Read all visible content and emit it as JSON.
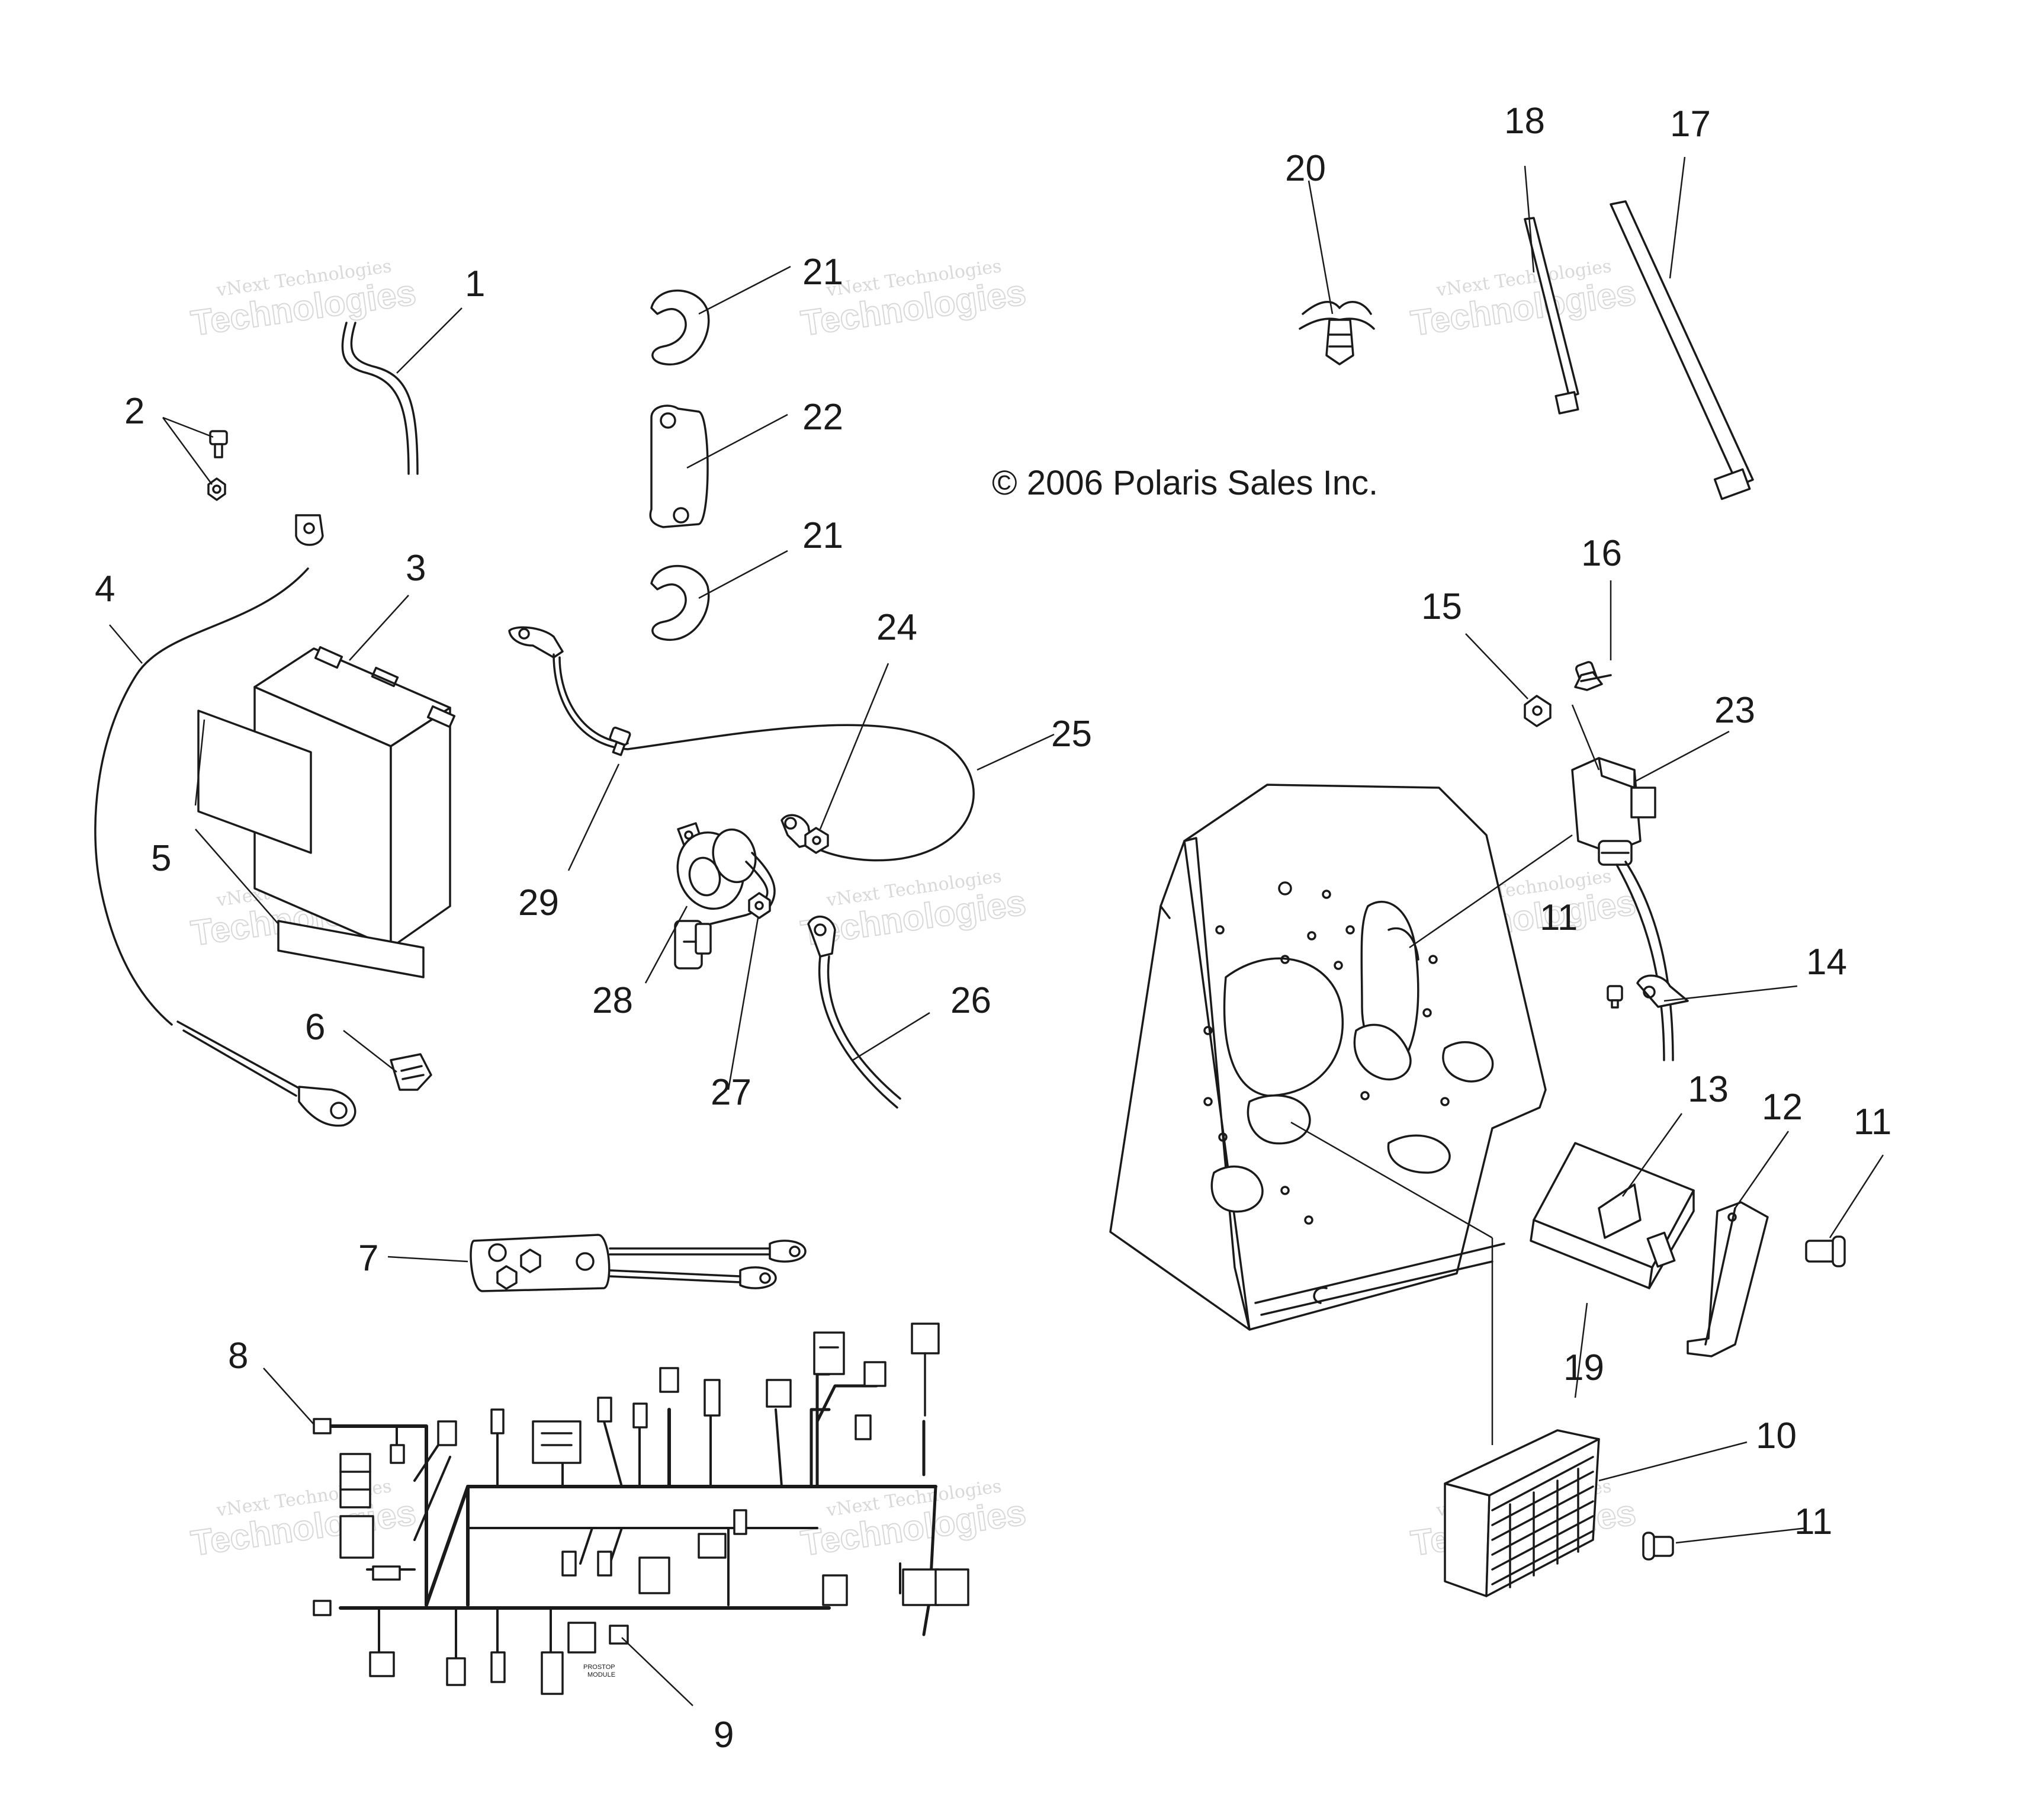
{
  "diagram": {
    "copyright": "© 2006 Polaris Sales Inc.",
    "watermark": {
      "line1": "vNext Technologies",
      "line2": "Technologies"
    },
    "module_label": {
      "line1": "PROSTOP",
      "line2": "MODULE"
    },
    "callouts": [
      {
        "id": "c1",
        "text": "1"
      },
      {
        "id": "c2",
        "text": "2"
      },
      {
        "id": "c3",
        "text": "3"
      },
      {
        "id": "c4",
        "text": "4"
      },
      {
        "id": "c5",
        "text": "5"
      },
      {
        "id": "c6",
        "text": "6"
      },
      {
        "id": "c7",
        "text": "7"
      },
      {
        "id": "c8",
        "text": "8"
      },
      {
        "id": "c9",
        "text": "9"
      },
      {
        "id": "c10",
        "text": "10"
      },
      {
        "id": "c11a",
        "text": "11"
      },
      {
        "id": "c11b",
        "text": "11"
      },
      {
        "id": "c11c",
        "text": "11"
      },
      {
        "id": "c12",
        "text": "12"
      },
      {
        "id": "c13",
        "text": "13"
      },
      {
        "id": "c14",
        "text": "14"
      },
      {
        "id": "c15",
        "text": "15"
      },
      {
        "id": "c16",
        "text": "16"
      },
      {
        "id": "c17",
        "text": "17"
      },
      {
        "id": "c18",
        "text": "18"
      },
      {
        "id": "c19",
        "text": "19"
      },
      {
        "id": "c20",
        "text": "20"
      },
      {
        "id": "c21a",
        "text": "21"
      },
      {
        "id": "c21b",
        "text": "21"
      },
      {
        "id": "c22",
        "text": "22"
      },
      {
        "id": "c23",
        "text": "23"
      },
      {
        "id": "c24",
        "text": "24"
      },
      {
        "id": "c25",
        "text": "25"
      },
      {
        "id": "c26",
        "text": "26"
      },
      {
        "id": "c27",
        "text": "27"
      },
      {
        "id": "c28",
        "text": "28"
      },
      {
        "id": "c29",
        "text": "29"
      }
    ]
  }
}
